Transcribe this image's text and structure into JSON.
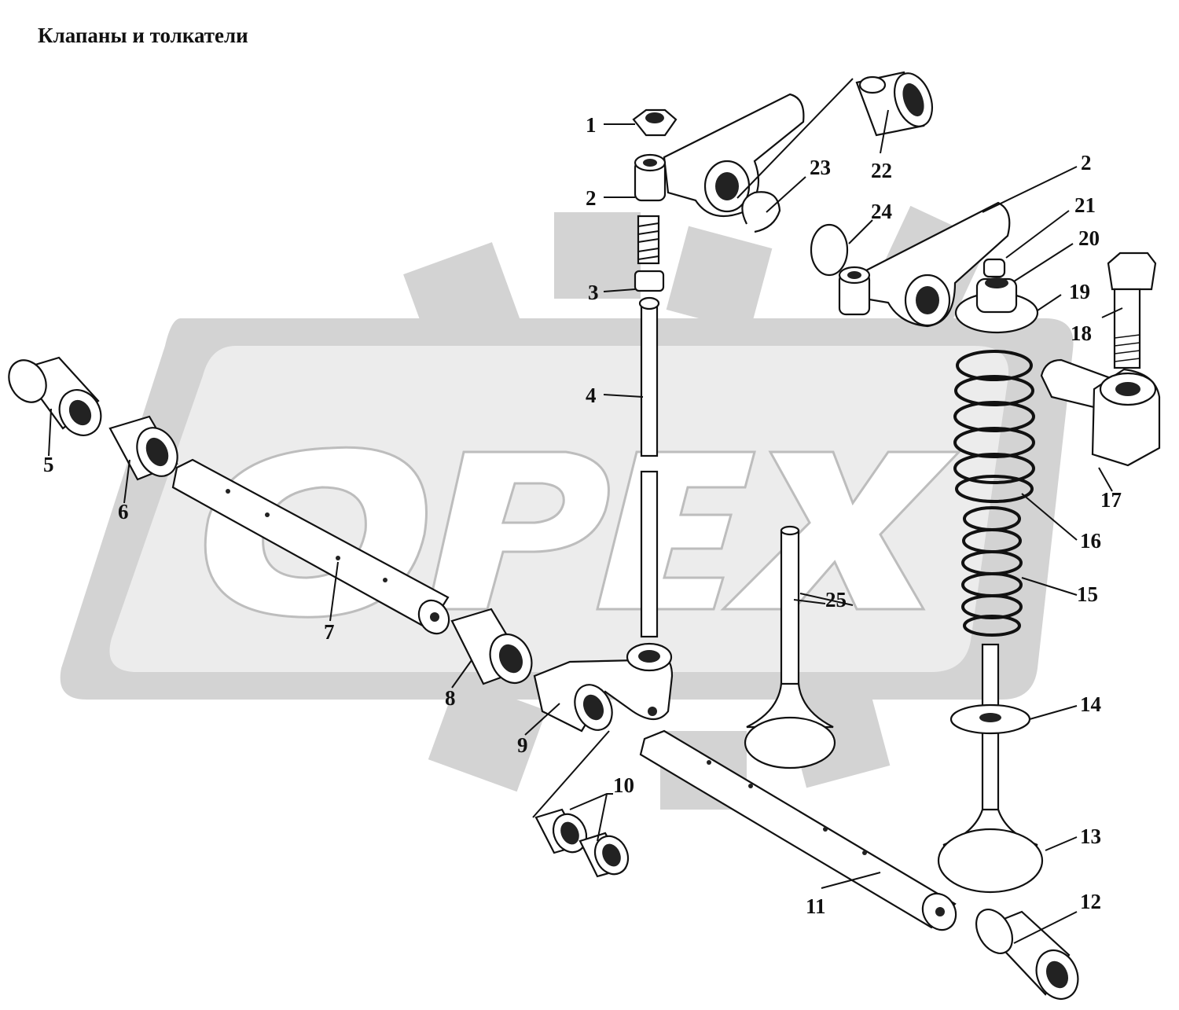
{
  "title": "Клапаны и толкатели",
  "watermark": {
    "text": "OPEX",
    "color": "#d3d3d3"
  },
  "callouts": [
    {
      "id": "c1",
      "label": "1"
    },
    {
      "id": "c2a",
      "label": "2"
    },
    {
      "id": "c2b",
      "label": "2"
    },
    {
      "id": "c3",
      "label": "3"
    },
    {
      "id": "c4",
      "label": "4"
    },
    {
      "id": "c5",
      "label": "5"
    },
    {
      "id": "c6",
      "label": "6"
    },
    {
      "id": "c7",
      "label": "7"
    },
    {
      "id": "c8",
      "label": "8"
    },
    {
      "id": "c9",
      "label": "9"
    },
    {
      "id": "c10",
      "label": "10"
    },
    {
      "id": "c11",
      "label": "11"
    },
    {
      "id": "c12",
      "label": "12"
    },
    {
      "id": "c13",
      "label": "13"
    },
    {
      "id": "c14",
      "label": "14"
    },
    {
      "id": "c15",
      "label": "15"
    },
    {
      "id": "c16",
      "label": "16"
    },
    {
      "id": "c17",
      "label": "17"
    },
    {
      "id": "c18",
      "label": "18"
    },
    {
      "id": "c19",
      "label": "19"
    },
    {
      "id": "c20",
      "label": "20"
    },
    {
      "id": "c21",
      "label": "21"
    },
    {
      "id": "c22",
      "label": "22"
    },
    {
      "id": "c23",
      "label": "23"
    },
    {
      "id": "c24",
      "label": "24"
    },
    {
      "id": "c25",
      "label": "25"
    }
  ]
}
